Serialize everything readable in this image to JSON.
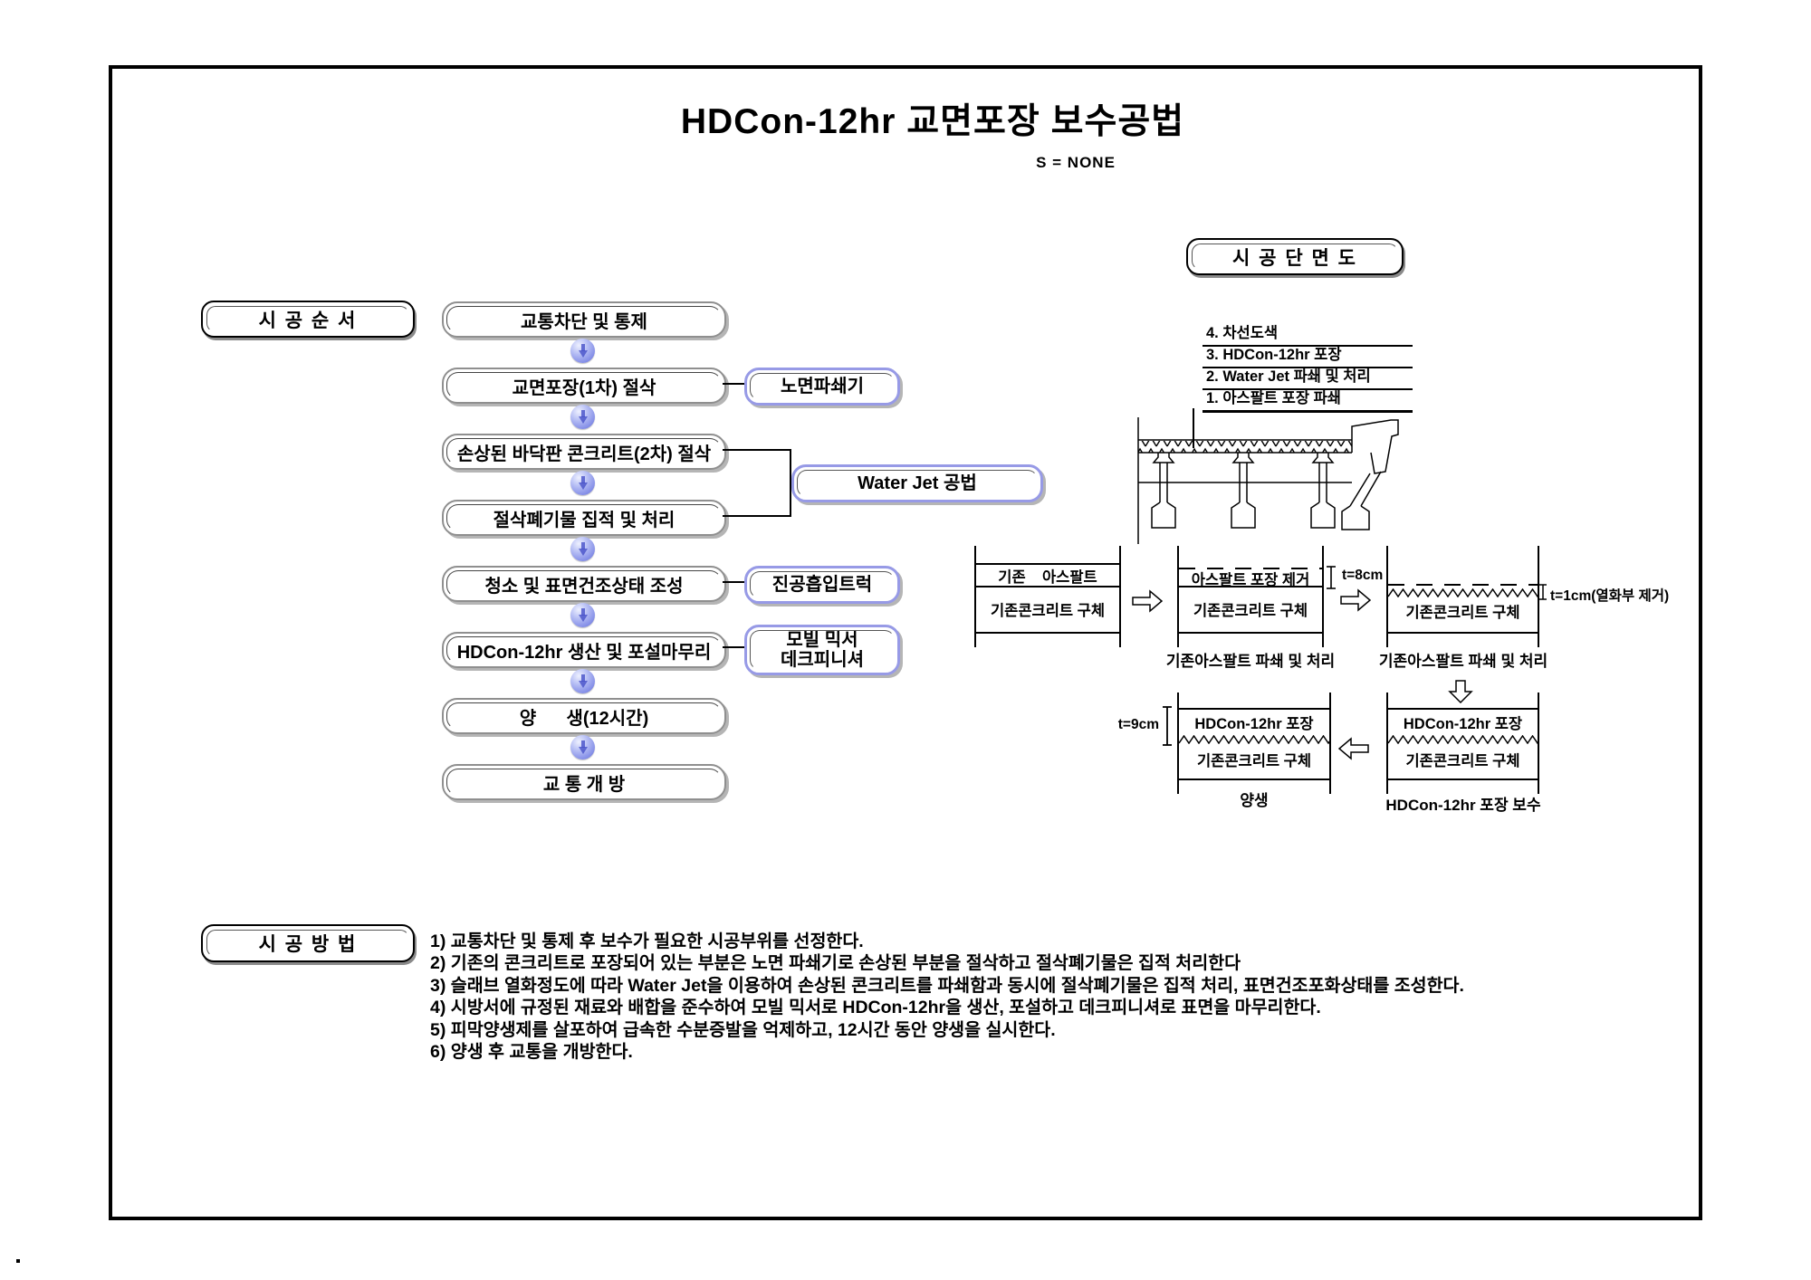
{
  "page": {
    "title": "HDCon-12hr 교면포장 보수공법",
    "subtitle": "S = NONE"
  },
  "labels": {
    "sequence": "시 공 순 서",
    "section_view": "시 공 단 면 도",
    "method": "시 공 방 법"
  },
  "flow": {
    "steps": [
      "교통차단 및 통제",
      "교면포장(1차) 절삭",
      "손상된 바닥판 콘크리트(2차) 절삭",
      "절삭폐기물 집적 및 처리",
      "청소 및 표면건조상태 조성",
      "HDCon-12hr 생산 및 포설마무리",
      "양      생(12시간)",
      "교 통 개 방"
    ],
    "equipment": {
      "crusher": "노면파쇄기",
      "waterjet": "Water Jet 공법",
      "vacuum": "진공흡입트럭",
      "mixer_line1": "모빌 믹서",
      "mixer_line2": "데크피니셔"
    }
  },
  "legend": {
    "items": [
      "4. 차선도색",
      "3. HDCon-12hr 포장",
      "2. Water Jet 파쇄 및 처리",
      "1. 아스팔트 포장 파쇄"
    ]
  },
  "diagrams": {
    "a": {
      "layer1": "기존    아스팔트",
      "layer2": "기존콘크리트 구체"
    },
    "b": {
      "layer1": "아스팔트 포장 제거",
      "layer2": "기존콘크리트 구체",
      "caption": "기존아스팔트 파쇄 및 처리",
      "dim": "t=8cm"
    },
    "c": {
      "layer2": "기존콘크리트 구체",
      "caption": "기존아스팔트 파쇄 및 처리",
      "dim": "t=1cm(열화부 제거)"
    },
    "d": {
      "layer1": "HDCon-12hr 포장",
      "layer2": "기존콘크리트 구체",
      "caption": "HDCon-12hr 포장 보수"
    },
    "e": {
      "layer1": "HDCon-12hr 포장",
      "layer2": "기존콘크리트 구체",
      "caption": "양생",
      "dim": "t=9cm"
    }
  },
  "method": {
    "lines": [
      "1) 교통차단 및 통제 후 보수가 필요한 시공부위를 선정한다.",
      "2) 기존의 콘크리트로 포장되어 있는 부분은 노면 파쇄기로 손상된 부분을 절삭하고 절삭폐기물은 집적 처리한다",
      "3) 슬래브 열화정도에 따라 Water Jet을 이용하여 손상된 콘크리트를 파쇄함과 동시에 절삭폐기물은 집적 처리, 표면건조포화상태를 조성한다.",
      "4) 시방서에 규정된 재료와 배합을 준수하여 모빌 믹서로 HDCon-12hr을 생산, 포설하고 데크피니셔로 표면을 마무리한다.",
      "5) 피막양생제를 살포하여 급속한 수분증발을 억제하고, 12시간 동안 양생을 실시한다.",
      "6) 양생 후 교통을 개방한다."
    ]
  },
  "colors": {
    "accent_purple": "#979ae6",
    "arrow_blue": "#8791e8"
  }
}
